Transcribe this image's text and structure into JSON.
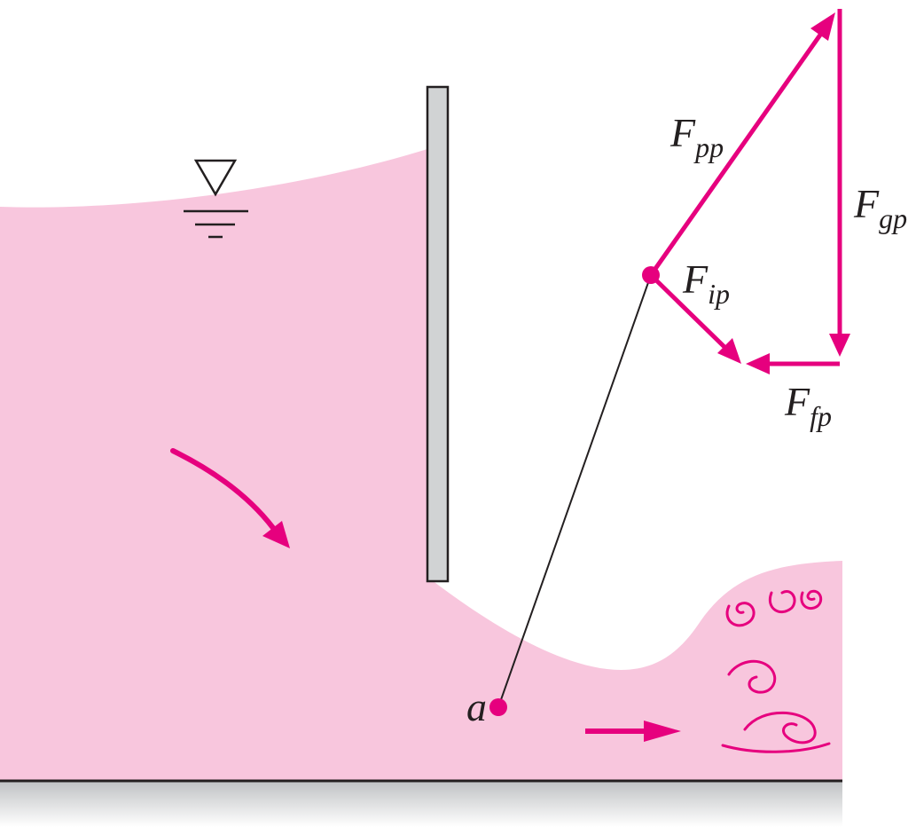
{
  "colors": {
    "water": "#f8c6dd",
    "force_vector": "#e6007e",
    "gate_fill": "#d1d3d4",
    "outline": "#231f20"
  },
  "icons": {
    "water_level_marker": "free-surface-triangle-icon",
    "flow_arrow": "arrow-icon",
    "eddies": "swirl-icon"
  },
  "labels": {
    "point": "a",
    "F_pp": {
      "main": "F",
      "sub": "pp"
    },
    "F_gp": {
      "main": "F",
      "sub": "gp"
    },
    "F_ip": {
      "main": "F",
      "sub": "ip"
    },
    "F_fp": {
      "main": "F",
      "sub": "fp"
    }
  }
}
